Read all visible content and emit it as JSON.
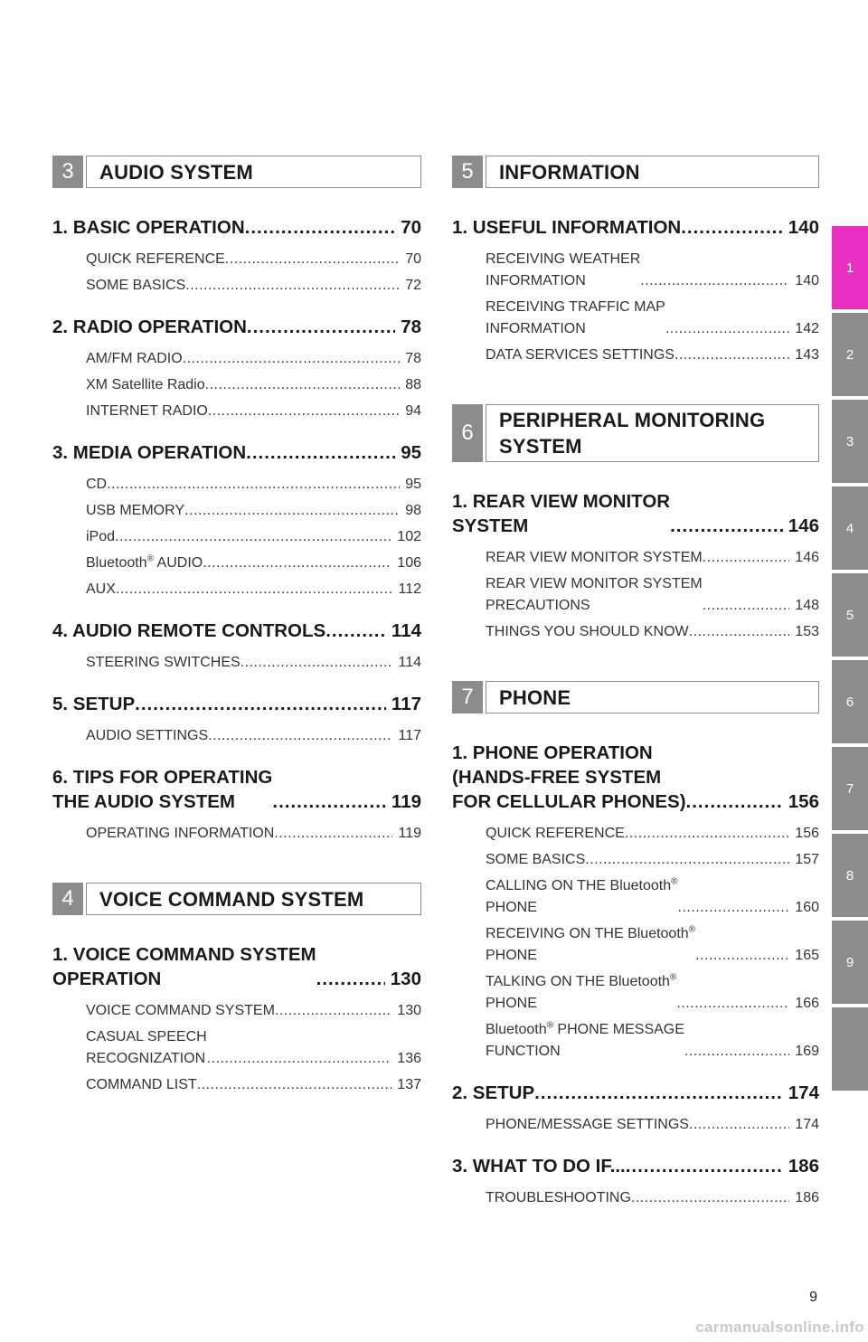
{
  "left": {
    "sections": [
      {
        "num": "3",
        "title": "AUDIO SYSTEM",
        "chapters": [
          {
            "label": "1. BASIC OPERATION",
            "page": "70",
            "items": [
              {
                "label": "QUICK REFERENCE",
                "page": "70"
              },
              {
                "label": "SOME BASICS",
                "page": "72"
              }
            ]
          },
          {
            "label": "2. RADIO OPERATION",
            "page": "78",
            "items": [
              {
                "label": "AM/FM RADIO",
                "page": "78"
              },
              {
                "label": "XM Satellite Radio",
                "page": "88"
              },
              {
                "label": "INTERNET RADIO",
                "page": "94"
              }
            ]
          },
          {
            "label": "3. MEDIA OPERATION",
            "page": "95",
            "items": [
              {
                "label": "CD",
                "page": "95"
              },
              {
                "label": "USB MEMORY",
                "page": "98"
              },
              {
                "label": "iPod",
                "page": "102"
              },
              {
                "label": "Bluetooth",
                "sup": "®",
                "label2": " AUDIO",
                "page": "106"
              },
              {
                "label": "AUX",
                "page": "112"
              }
            ]
          },
          {
            "label": "4. AUDIO REMOTE CONTROLS",
            "page": "114",
            "items": [
              {
                "label": "STEERING SWITCHES",
                "page": "114"
              }
            ]
          },
          {
            "label": "5. SETUP",
            "page": "117",
            "items": [
              {
                "label": "AUDIO SETTINGS",
                "page": "117"
              }
            ]
          },
          {
            "label": "6. TIPS FOR OPERATING\n      THE AUDIO SYSTEM",
            "page": "119",
            "items": [
              {
                "label": "OPERATING INFORMATION",
                "page": "119"
              }
            ]
          }
        ]
      },
      {
        "num": "4",
        "title": "VOICE COMMAND SYSTEM",
        "chapters": [
          {
            "label": "1. VOICE COMMAND SYSTEM\n      OPERATION",
            "page": "130",
            "items": [
              {
                "label": "VOICE COMMAND SYSTEM",
                "page": "130"
              },
              {
                "label": "CASUAL SPEECH\n   RECOGNIZATION",
                "page": "136"
              },
              {
                "label": "COMMAND LIST",
                "page": "137"
              }
            ]
          }
        ]
      }
    ]
  },
  "right": {
    "sections": [
      {
        "num": "5",
        "title": "INFORMATION",
        "chapters": [
          {
            "label": "1. USEFUL INFORMATION",
            "page": "140",
            "items": [
              {
                "label": "RECEIVING WEATHER\n   INFORMATION",
                "page": "140"
              },
              {
                "label": "RECEIVING TRAFFIC MAP\n   INFORMATION",
                "page": "142"
              },
              {
                "label": "DATA SERVICES SETTINGS",
                "page": "143"
              }
            ]
          }
        ]
      },
      {
        "num": "6",
        "title": "PERIPHERAL MONITORING\nSYSTEM",
        "chapters": [
          {
            "label": "1. REAR VIEW MONITOR\n      SYSTEM",
            "page": "146",
            "items": [
              {
                "label": "REAR VIEW MONITOR SYSTEM",
                "page": "146"
              },
              {
                "label": "REAR VIEW MONITOR SYSTEM\n   PRECAUTIONS",
                "page": "148"
              },
              {
                "label": "THINGS YOU SHOULD KNOW",
                "page": "153"
              }
            ]
          }
        ]
      },
      {
        "num": "7",
        "title": "PHONE",
        "chapters": [
          {
            "label": "1. PHONE OPERATION\n      (HANDS-FREE SYSTEM\n      FOR CELLULAR PHONES)",
            "page": "156",
            "items": [
              {
                "label": "QUICK REFERENCE",
                "page": "156"
              },
              {
                "label": "SOME BASICS",
                "page": "157"
              },
              {
                "label": "CALLING ON THE Bluetooth",
                "sup": "®",
                "label2": "\n   PHONE",
                "page": "160"
              },
              {
                "label": "RECEIVING ON THE Bluetooth",
                "sup": "®",
                "label2": "\n   PHONE",
                "page": "165"
              },
              {
                "label": "TALKING ON THE Bluetooth",
                "sup": "®",
                "label2": "\n   PHONE",
                "page": "166"
              },
              {
                "label": "Bluetooth",
                "sup": "®",
                "label2": " PHONE MESSAGE\n   FUNCTION",
                "page": "169"
              }
            ]
          },
          {
            "label": "2. SETUP",
            "page": "174",
            "items": [
              {
                "label": "PHONE/MESSAGE SETTINGS",
                "page": "174"
              }
            ]
          },
          {
            "label": "3. WHAT TO DO IF...",
            "page": "186",
            "items": [
              {
                "label": "TROUBLESHOOTING",
                "page": "186"
              }
            ]
          }
        ]
      }
    ]
  },
  "tabs": [
    "1",
    "2",
    "3",
    "4",
    "5",
    "6",
    "7",
    "8",
    "9",
    ""
  ],
  "active_tab": "1",
  "colors": {
    "tab_gray": "#8c8c8c",
    "tab_active": "#e92ec2"
  },
  "page_number": "9",
  "watermark": "carmanualsonline.info"
}
